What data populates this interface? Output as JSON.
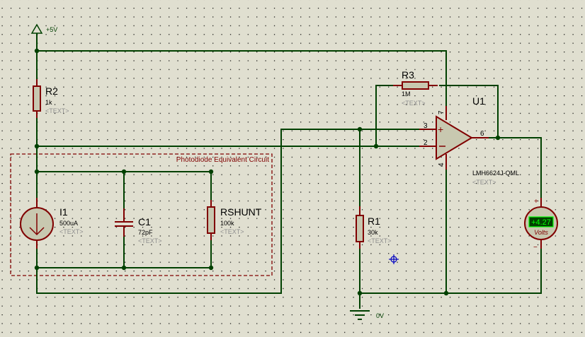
{
  "schematic": {
    "power": {
      "label": "+5V",
      "icon": "power-terminal-icon"
    },
    "ground": {
      "label": "0V",
      "icon": "ground-icon"
    },
    "subcircuit": {
      "label": "Photodiode Equivalent Circuit"
    },
    "components": {
      "R2": {
        "ref": "R2",
        "value": "1k",
        "text": "<TEXT>"
      },
      "R3": {
        "ref": "R3",
        "value": "1M",
        "text": "<TEXT>"
      },
      "U1": {
        "ref": "U1",
        "value": "LMH6624J-QML",
        "text": "<TEXT>",
        "pins": {
          "p7": "7",
          "p3": "3",
          "p2": "2",
          "p6": "6",
          "p4": "4"
        }
      },
      "I1": {
        "ref": "I1",
        "value": "500uA",
        "text": "<TEXT>"
      },
      "C1": {
        "ref": "C1",
        "value": "72pF",
        "text": "<TEXT>"
      },
      "RSHUNT": {
        "ref": "RSHUNT",
        "value": "100k",
        "text": "<TEXT>"
      },
      "R1": {
        "ref": "R1",
        "value": "30k",
        "text": "<TEXT>"
      },
      "voltmeter": {
        "reading": "+4.27",
        "unit": "Volts",
        "plus": "+",
        "minus": "−"
      }
    },
    "colors": {
      "background": "#e0dfd0",
      "wire": "#004000",
      "component": "#800000",
      "component_fill": "#c8c8b0",
      "display_bg": "#004000",
      "display_text": "#00ff00"
    }
  }
}
